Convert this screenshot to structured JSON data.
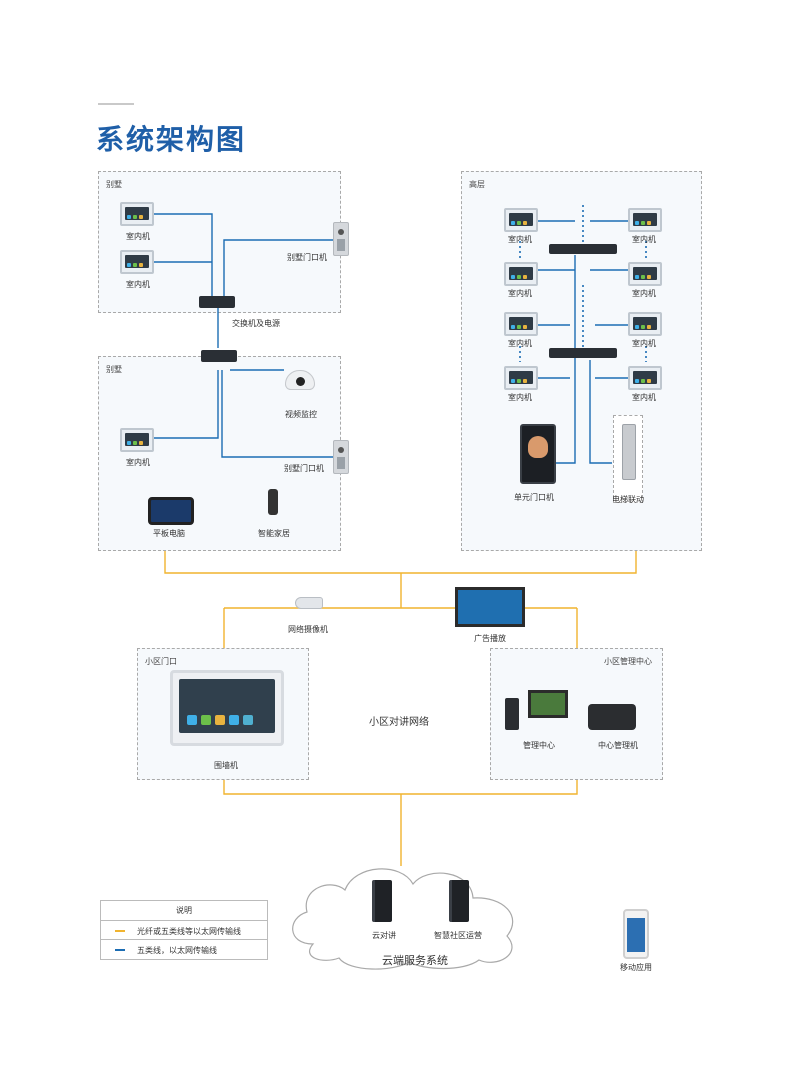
{
  "title": "系统架构图",
  "colors": {
    "title": "#1f5fa8",
    "fiber_line": "#f1b42f",
    "cat5_line": "#1c6db3"
  },
  "panels": {
    "villa_top": "别墅",
    "villa_bottom": "别墅",
    "highrise": "高层",
    "gate": "小区门口",
    "mgmt": "小区管理中心"
  },
  "labels": {
    "indoor": "室内机",
    "villa_door": "别墅门口机",
    "switch_power": "交换机及电源",
    "video_surveillance": "视频监控",
    "tablet": "平板电脑",
    "smart_home": "智能家居",
    "unit_door": "单元门口机",
    "elevator": "电梯联动",
    "network_camera": "网络摄像机",
    "ad_display": "广告播放",
    "intercom_network": "小区对讲网络",
    "fence_unit": "围墙机",
    "mgmt_center": "管理中心",
    "center_mgmt_unit": "中心管理机",
    "cloud_intercom": "云对讲",
    "smart_community_ops": "智慧社区运营",
    "cloud_service": "云端服务系统",
    "mobile_app": "移动应用"
  },
  "legend": {
    "title": "说明",
    "items": [
      {
        "text": "光纤或五类线等以太网传输线",
        "color": "#f1b42f"
      },
      {
        "text": "五类线，以太网传输线",
        "color": "#1c6db3"
      }
    ]
  }
}
